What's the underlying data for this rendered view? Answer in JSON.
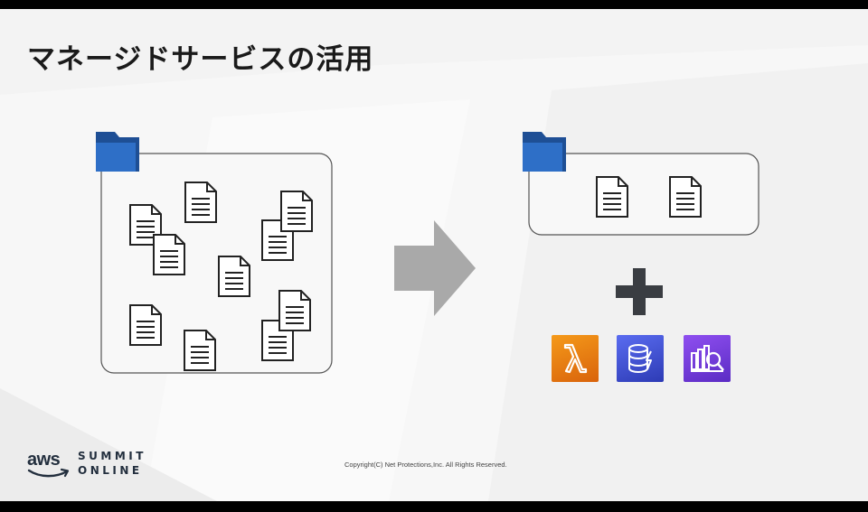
{
  "slide": {
    "title": "マネージドサービスの活用",
    "copyright": "Copyright(C) Net Protections,Inc. All Rights Reserved."
  },
  "branding": {
    "logo_word": "aws",
    "event_line1": "SUMMIT",
    "event_line2": "ONLINE"
  },
  "icons": {
    "folder": "folder-icon",
    "document": "document-icon",
    "transition": "arrow-right-icon",
    "combine": "plus-icon",
    "services": [
      {
        "name": "aws-lambda-icon",
        "color": "#e8740f"
      },
      {
        "name": "amazon-dynamodb-icon",
        "color": "#3b48cc"
      },
      {
        "name": "amazon-athena-icon",
        "color": "#7a3ee0"
      }
    ]
  },
  "colors": {
    "folder": "#2e6fc7",
    "arrow": "#a9a9a9",
    "plus": "#3a3d42"
  }
}
